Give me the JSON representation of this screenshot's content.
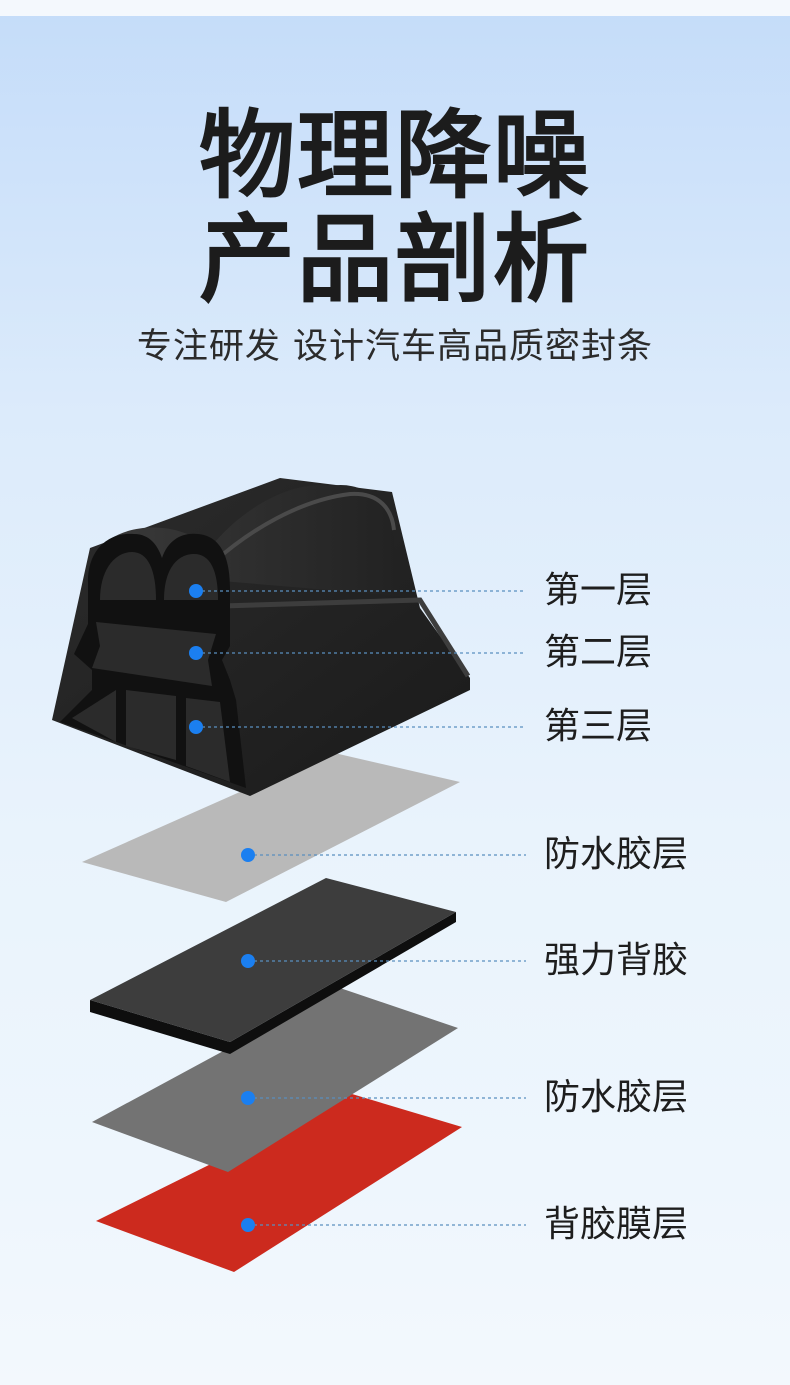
{
  "title": {
    "line1": "物理降噪",
    "line2": "产品剖析"
  },
  "subtitle": "专注研发 设计汽车高品质密封条",
  "layers": [
    {
      "label": "第一层"
    },
    {
      "label": "第二层"
    },
    {
      "label": "第三层"
    },
    {
      "label": "防水胶层"
    },
    {
      "label": "强力背胶"
    },
    {
      "label": "防水胶层"
    },
    {
      "label": "背胶膜层"
    }
  ],
  "colors": {
    "rubber": "#1f1f1f",
    "marker_dot": "#1b7ff0",
    "film_red": "#cc2a1e",
    "film_light_gray": "#b9b9b9",
    "film_dark_gray": "#737373",
    "adhesive_black": "#3d3d3d"
  }
}
